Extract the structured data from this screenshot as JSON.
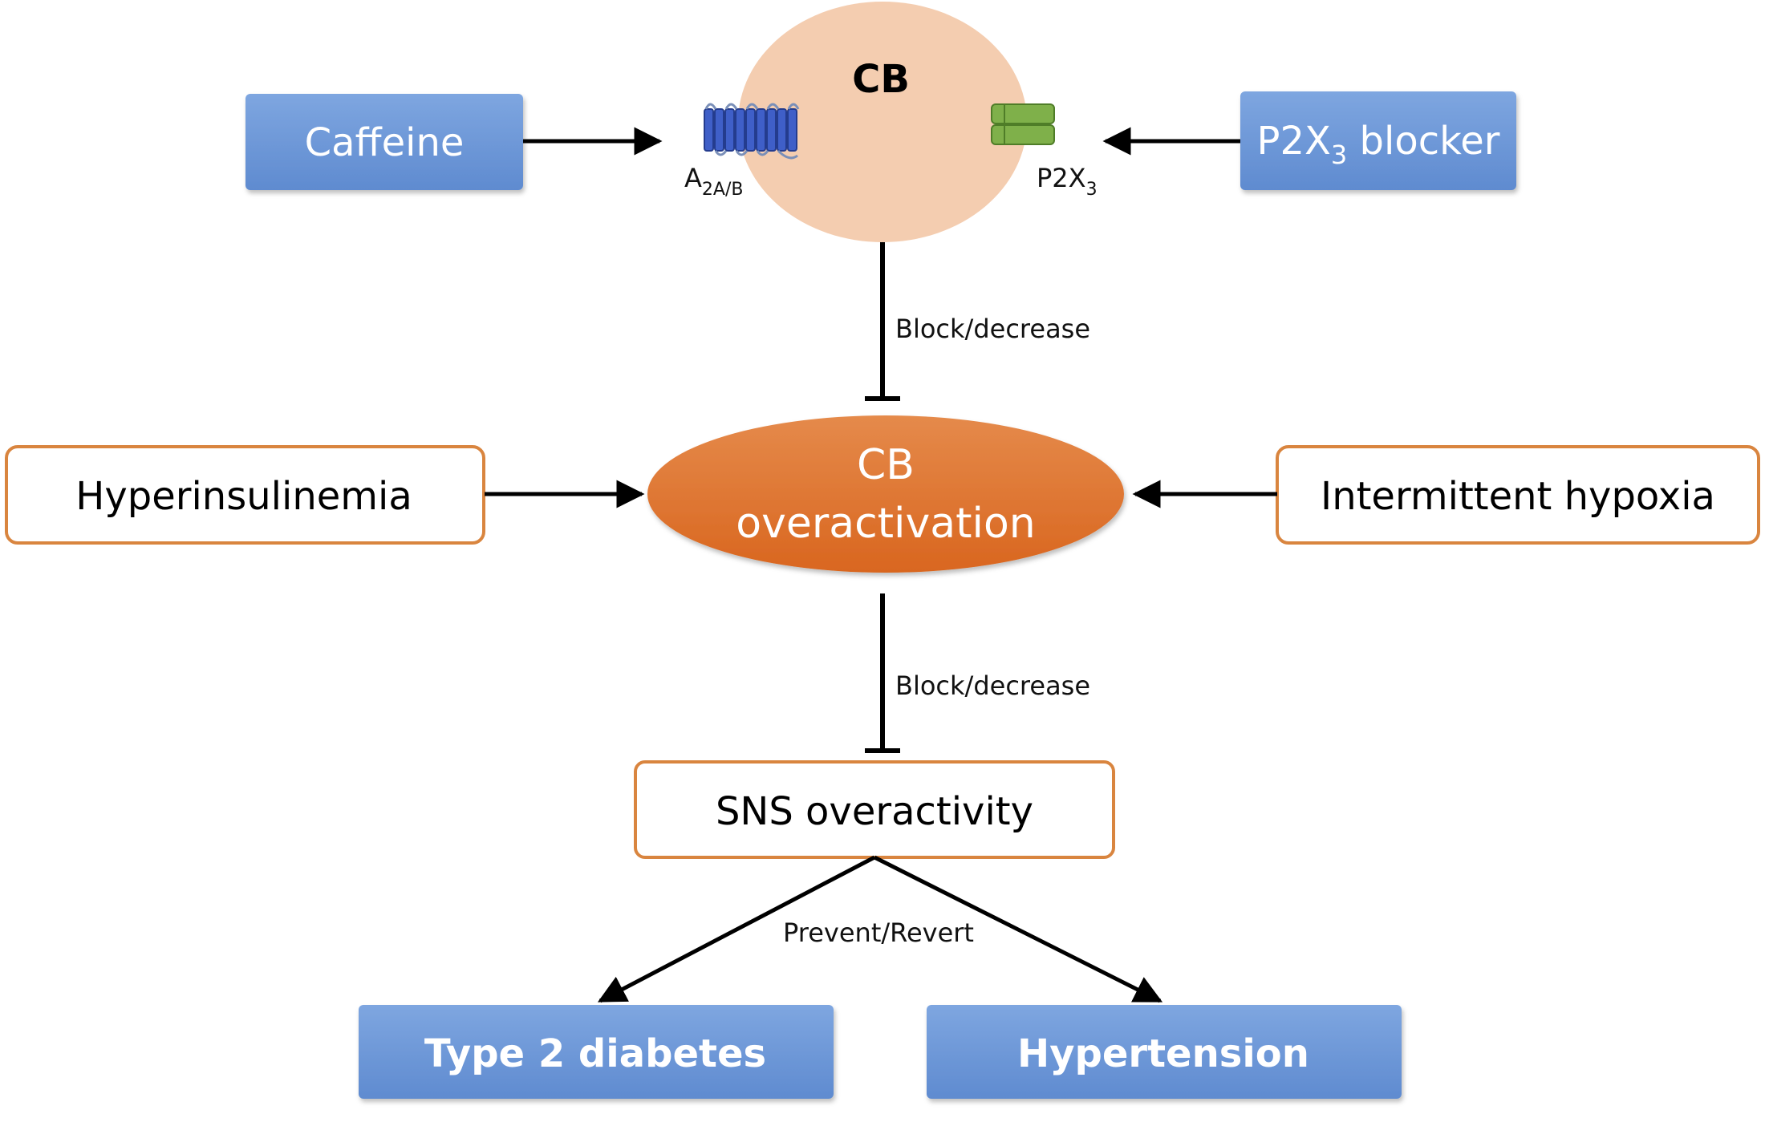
{
  "nodes": {
    "cb_title": "CB",
    "caffeine": "Caffeine",
    "p2x3_blocker": {
      "main": "P2X",
      "sub": "3",
      "tail": " blocker"
    },
    "a2_receptor": {
      "main": "A",
      "sub": "2A/B"
    },
    "p2x3_receptor": {
      "main": "P2X",
      "sub": "3"
    },
    "cb_overactivation": {
      "line1": "CB",
      "line2": "overactivation"
    },
    "hyperinsulinemia": "Hyperinsulinemia",
    "intermittent_hypoxia": "Intermittent hypoxia",
    "sns_overactivity": "SNS overactivity",
    "type2_diabetes": "Type 2 diabetes",
    "hypertension": "Hypertension"
  },
  "edges": {
    "block1": "Block/decrease",
    "block2": "Block/decrease",
    "prevent": "Prevent/Revert"
  },
  "colors": {
    "blue_box": "#6f99d8",
    "cb_ellipse": "#f4cdb0",
    "orange_ellipse": "#e0762f",
    "orange_border": "#d9853f",
    "receptor_blue": "#3f5fc8",
    "receptor_green": "#7fb04a"
  }
}
